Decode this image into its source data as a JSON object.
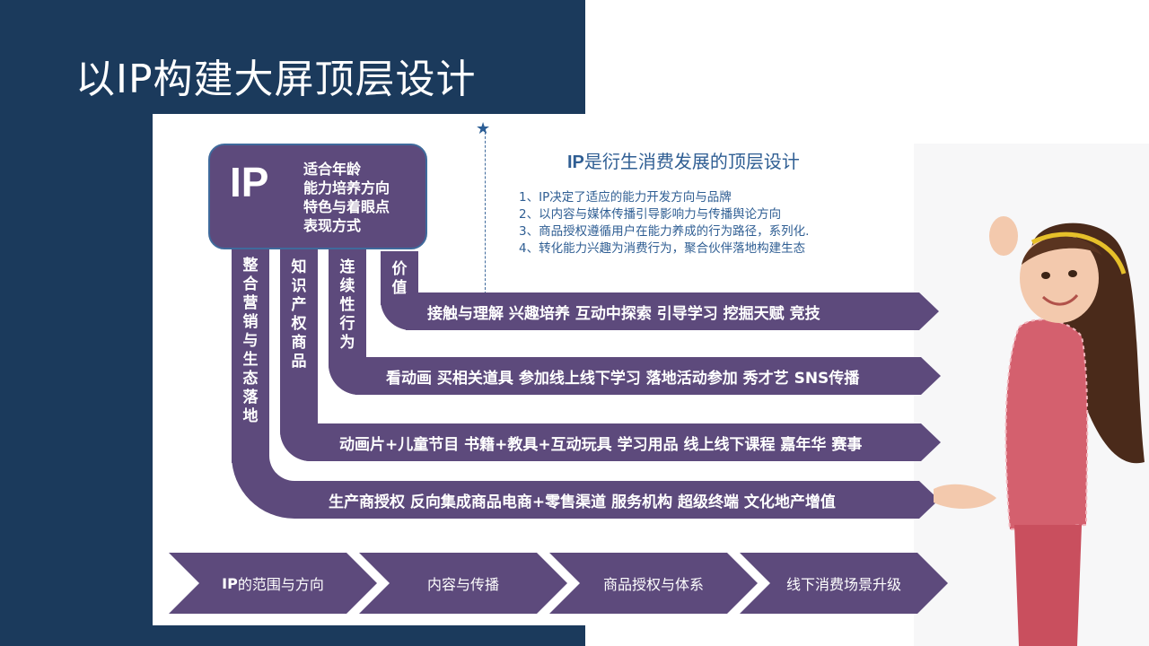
{
  "slide_title": "以IP构建大屏顶层设计",
  "ip_box": {
    "label": "IP",
    "lines": [
      "适合年龄",
      "能力培养方向",
      "特色与着眼点",
      "表现方式"
    ]
  },
  "columns": [
    "整合营销与生态落地",
    "知识产权商品",
    "连续性行为",
    "价值"
  ],
  "bands": [
    "接触与理解 兴趣培养 互动中探索 引导学习 挖掘天赋 竞技",
    "看动画 买相关道具 参加线上线下学习 落地活动参加 秀才艺 SNS传播",
    "动画片+儿童节目 书籍+教具+互动玩具 学习用品 线上线下课程 嘉年华 赛事",
    "生产商授权 反向集成商品电商+零售渠道 服务机构 超级终端 文化地产增值"
  ],
  "heading": {
    "prefix": "IP",
    "rest": "是衍生消费发展的顶层设计"
  },
  "points": [
    "1、IP决定了适应的能力开发方向与品牌",
    "2、以内容与媒体传播引导影响力与传播舆论方向",
    "3、商品授权遵循用户在能力养成的行为路径，系列化.",
    "4、转化能力兴趣为消费行为，聚合伙伴落地构建生态"
  ],
  "steps": [
    {
      "prefix": "IP",
      "rest": "的范围与方向"
    },
    {
      "prefix": "",
      "rest": "内容与传播"
    },
    {
      "prefix": "",
      "rest": "商品授权与体系"
    },
    {
      "prefix": "",
      "rest": "线下消费场景升级"
    }
  ],
  "colors": {
    "navy": "#1b3a5c",
    "purple": "#5d4a7c",
    "blue_text": "#2f5e93"
  }
}
